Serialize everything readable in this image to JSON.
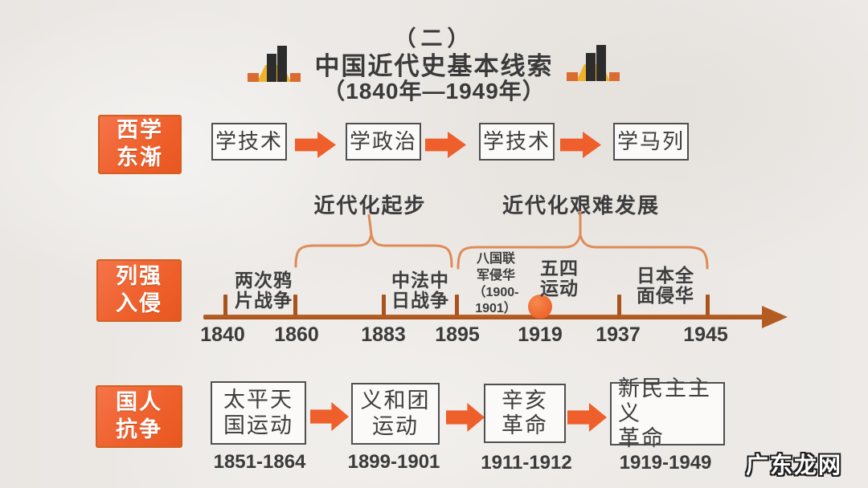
{
  "title": {
    "line1": "（二）",
    "line2": "中国近代史基本线索",
    "line3": "（1840年—1949年）"
  },
  "icons": {
    "title_left": "bar-chart-podium-icon",
    "title_right": "bar-chart-podium-icon"
  },
  "colors": {
    "accent_orange": "#ee5f2b",
    "timeline_brown": "#a9541e",
    "brace_tan": "#de8b56",
    "podium_yellow": "#efb32b",
    "podium_orange": "#d96c2e",
    "background": "#edeae7"
  },
  "row_western": {
    "label": "西学东渐",
    "label_lines": [
      "西学",
      "东渐"
    ],
    "stages": [
      "学技术",
      "学政治",
      "学技术",
      "学马列"
    ]
  },
  "modernization": {
    "left_label": "近代化起步",
    "right_label": "近代化艰难发展"
  },
  "row_invasion": {
    "label": "列强入侵",
    "label_lines": [
      "列强",
      "入侵"
    ],
    "years": [
      "1840",
      "1860",
      "1883",
      "1895",
      "1919",
      "1937",
      "1945"
    ],
    "events": {
      "opium_wars": {
        "name": "两次鸦片战争",
        "lines": [
          "两次鸦",
          "片战争"
        ]
      },
      "sino_french_japanese": {
        "name": "中法中日战争",
        "lines": [
          "中法中",
          "日战争"
        ]
      },
      "eight_nation": {
        "name": "八国联军侵华（1900-1901）",
        "lines": [
          "八国联",
          "军侵华",
          "（1900-",
          "1901）"
        ]
      },
      "may_fourth": {
        "name": "五四运动",
        "lines": [
          "五四",
          "运动"
        ]
      },
      "japan_full_invasion": {
        "name": "日本全面侵华",
        "lines": [
          "日本全",
          "面侵华"
        ]
      }
    }
  },
  "row_resistance": {
    "label": "国人抗争",
    "label_lines": [
      "国人",
      "抗争"
    ],
    "items": [
      {
        "name": "太平天国运动",
        "lines": [
          "太平天",
          "国运动"
        ],
        "period": "1851-1864"
      },
      {
        "name": "义和团运动",
        "lines": [
          "义和团",
          "运动"
        ],
        "period": "1899-1901"
      },
      {
        "name": "辛亥革命",
        "lines": [
          "辛亥",
          "革命"
        ],
        "period": "1911-1912"
      },
      {
        "name": "新民主主义革命",
        "lines": [
          "新民主主义",
          "革命"
        ],
        "period": "1919-1949"
      }
    ]
  },
  "watermark": "广东龙网"
}
